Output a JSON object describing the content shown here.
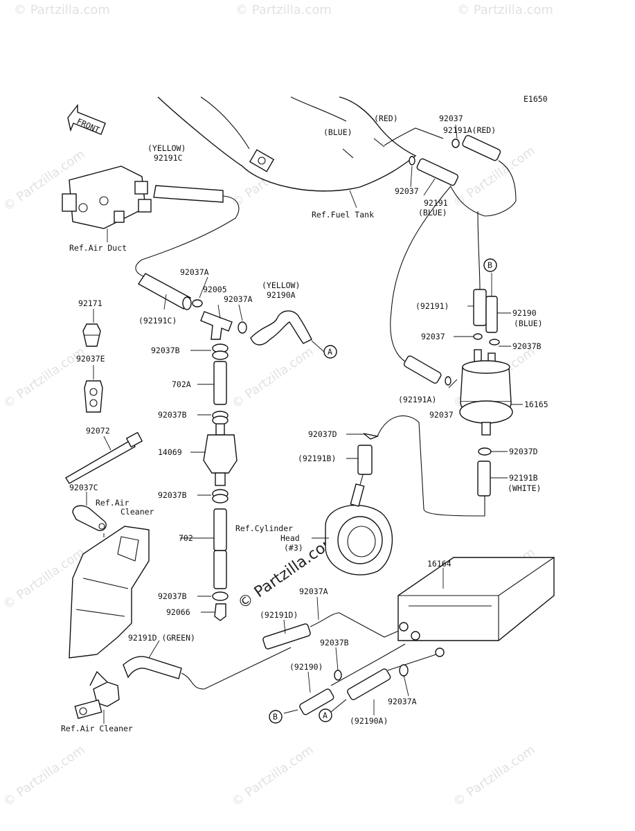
{
  "diagram_code": "E1650",
  "front_arrow": "FRONT",
  "watermark": "© Partzilla.com",
  "labels": {
    "yellow_1": "(YELLOW)",
    "p92191C": "92191C",
    "red": "(RED)",
    "blue_1": "(BLUE)",
    "p92037_top": "92037",
    "p92191A_red": "92191A(RED)",
    "p92037_mid": "92037",
    "p92191_blue_num": "92191",
    "blue_2": "(BLUE)",
    "ref_fuel_tank": "Ref.Fuel Tank",
    "ref_air_duct": "Ref.Air Duct",
    "p92037A_1": "92037A",
    "p92005": "92005",
    "yellow_2": "(YELLOW)",
    "p92037A_2": "92037A",
    "p92190A": "92190A",
    "p92191C_paren": "(92191C)",
    "p92171": "92171",
    "p92037E": "92037E",
    "p92037B_1": "92037B",
    "p702A": "702A",
    "p92037B_2": "92037B",
    "p92072": "92072",
    "p14069": "14069",
    "p92037C": "92037C",
    "ref_air_cleaner_1a": "Ref.Air",
    "ref_air_cleaner_1b": "Cleaner",
    "p92037B_3": "92037B",
    "p702": "702",
    "p92037B_4": "92037B",
    "p92066": "92066",
    "p92191D_green": "92191D (GREEN)",
    "ref_air_cleaner_2": "Ref.Air Cleaner",
    "p92191_paren": "(92191)",
    "p92190": "92190",
    "blue_3": "(BLUE)",
    "p92037_right": "92037",
    "p92037B_right": "92037B",
    "p92191A_paren": "(92191A)",
    "p16165": "16165",
    "p92037_lower": "92037",
    "p92037D_1": "92037D",
    "p92191B_paren": "(92191B)",
    "p92037D_2": "92037D",
    "p92191B": "92191B",
    "white": "(WHITE)",
    "ref_cyl_a": "Ref.Cylinder",
    "ref_cyl_b": "Head",
    "ref_cyl_c": "(#3)",
    "p16164": "16164",
    "p92037A_3": "92037A",
    "p92191D_paren": "(92191D)",
    "p92037B_5": "92037B",
    "p92190_paren": "(92190)",
    "p92037A_4": "92037A",
    "p92190A_paren": "(92190A)",
    "marker_a": "A",
    "marker_b": "B"
  }
}
